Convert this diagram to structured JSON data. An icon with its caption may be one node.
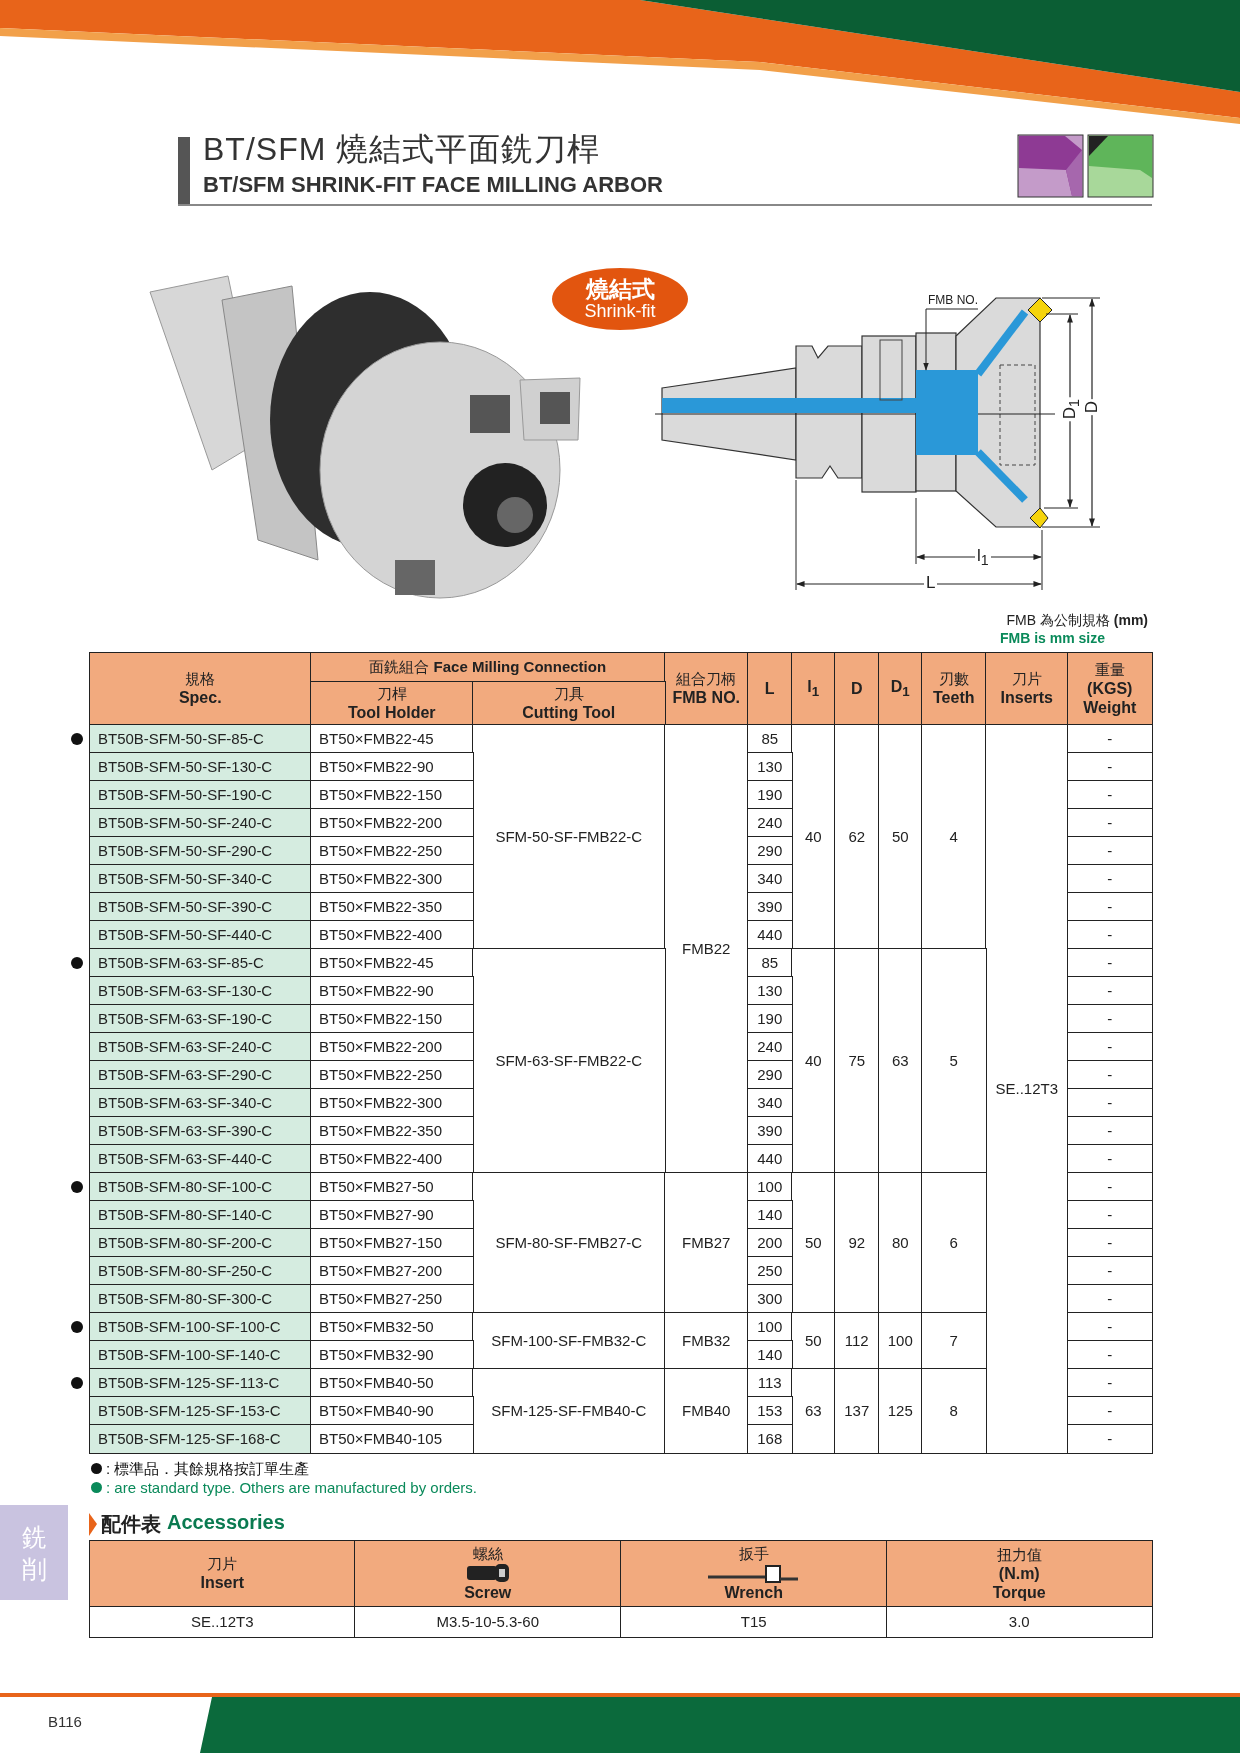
{
  "diagram": {
    "title": "BT/SFM 燒結式平面銑刀桿",
    "nodes": [
      {
        "text": [
          "燒結式",
          "Shrink-fit"
        ]
      },
      {
        "text": [
          "FMB NO."
        ]
      },
      {
        "text": [],
        "shape": "box"
      },
      {
        "text": [
          "銑削"
        ]
      }
    ],
    "edges": [
      {
        "from": 1,
        "to": 2,
        "arrow": "to"
      }
    ],
    "labels": [
      "BT/SFM SHRINK-FIT FACE MILLING ARBOR",
      "D$_{1}$",
      "D",
      "l$_{1}$",
      "L",
      "FMB 為公制規格 **(mm)**",
      "FMB is mm size",
      "規格",
      "Spec.",
      "面銑組合 **Face Milling Connection**",
      "組合刀柄",
      "FMB NO.",
      "L",
      "l$_{1}$",
      "D",
      "D$_{1}$",
      "刃數",
      "Teeth",
      "刀片",
      "Inserts",
      "重量",
      "(KGS)",
      "Weight",
      "刀桿",
      "Tool Holder",
      "刀具",
      "Cutting Tool",
      "BT50B-SFM-50-SF-85-C",
      "BT50×FMB22-45",
      "SFM-50-SF-FMB22-C",
      "FMB22",
      "85",
      "40",
      "62",
      "50",
      "4",
      "SE..12T3",
      "-",
      "BT50B-SFM-50-SF-130-C",
      "BT50×FMB22-90",
      "130",
      "-",
      "BT50B-SFM-50-SF-190-C",
      "BT50×FMB22-150",
      "190",
      "-",
      "BT50B-SFM-50-SF-240-C",
      "BT50×FMB22-200",
      "240",
      "-",
      "BT50B-SFM-50-SF-290-C",
      "BT50×FMB22-250",
      "290",
      "-",
      "BT50B-SFM-50-SF-340-C",
      "BT50×FMB22-300",
      "340",
      "-",
      "BT50B-SFM-50-SF-390-C",
      "BT50×FMB22-350",
      "390",
      "-",
      "BT50B-SFM-50-SF-440-C",
      "BT50×FMB22-400",
      "440",
      "-",
      "BT50B-SFM-63-SF-85-C",
      "BT50×FMB22-45",
      "SFM-63-SF-FMB22-C",
      "85",
      "40",
      "75",
      "63",
      "5",
      "-",
      "BT50B-SFM-63-SF-130-C",
      "BT50×FMB22-90",
      "130",
      "-",
      "BT50B-SFM-63-SF-190-C",
      "BT50×FMB22-150",
      "190",
      "-",
      "BT50B-SFM-63-SF-240-C",
      "BT50×FMB22-200",
      "240",
      "-",
      "BT50B-SFM-63-SF-290-C",
      "BT50×FMB22-250",
      "290",
      "-",
      "BT50B-SFM-63-SF-340-C",
      "BT50×FMB22-300",
      "340",
      "-",
      "BT50B-SFM-63-SF-390-C",
      "BT50×FMB22-350",
      "390",
      "-",
      "BT50B-SFM-63-SF-440-C",
      "BT50×FMB22-400",
      "440",
      "-",
      "BT50B-SFM-80-SF-100-C",
      "BT50×FMB27-50",
      "SFM-80-SF-FMB27-C",
      "FMB27",
      "100",
      "50",
      "92",
      "80",
      "6",
      "-",
      "BT50B-SFM-80-SF-140-C",
      "BT50×FMB27-90",
      "140",
      "-",
      "BT50B-SFM-80-SF-200-C",
      "BT50×FMB27-150",
      "200",
      "-",
      "BT50B-SFM-80-SF-250-C",
      "BT50×FMB27-200",
      "250",
      "-",
      "BT50B-SFM-80-SF-300-C",
      "BT50×FMB27-250",
      "300",
      "-",
      "BT50B-SFM-100-SF-100-C",
      "BT50×FMB32-50",
      "SFM-100-SF-FMB32-C",
      "FMB32",
      "100",
      "50",
      "112",
      "100",
      "7",
      "-",
      "BT50B-SFM-100-SF-140-C",
      "BT50×FMB32-90",
      "140",
      "-",
      "BT50B-SFM-125-SF-113-C",
      "BT50×FMB40-50",
      "SFM-125-SF-FMB40-C",
      "FMB40",
      "113",
      "63",
      "137",
      "125",
      "8",
      "-",
      "BT50B-SFM-125-SF-153-C",
      "BT50×FMB40-90",
      "153",
      "-",
      "BT50B-SFM-125-SF-168-C",
      "BT50×FMB40-105",
      "168",
      "-",
      "配件表",
      "Accessories",
      "刀片",
      "Insert",
      "螺絲",
      "Screw",
      "扳手",
      "Wrench",
      "扭力值",
      "(N.m)",
      "Torque",
      "SE..12T3",
      "M3.5-10-5.3-60",
      "T15",
      "3.0",
      "B116"
    ],
    "legend": [
      {
        "text": ": 標準品．其餘規格按訂單生產",
        "color": "#111111"
      },
      {
        "text": ": are standard type. Others are manufactured by orders.",
        "color": "#0a8a5a"
      }
    ]
  }
}
